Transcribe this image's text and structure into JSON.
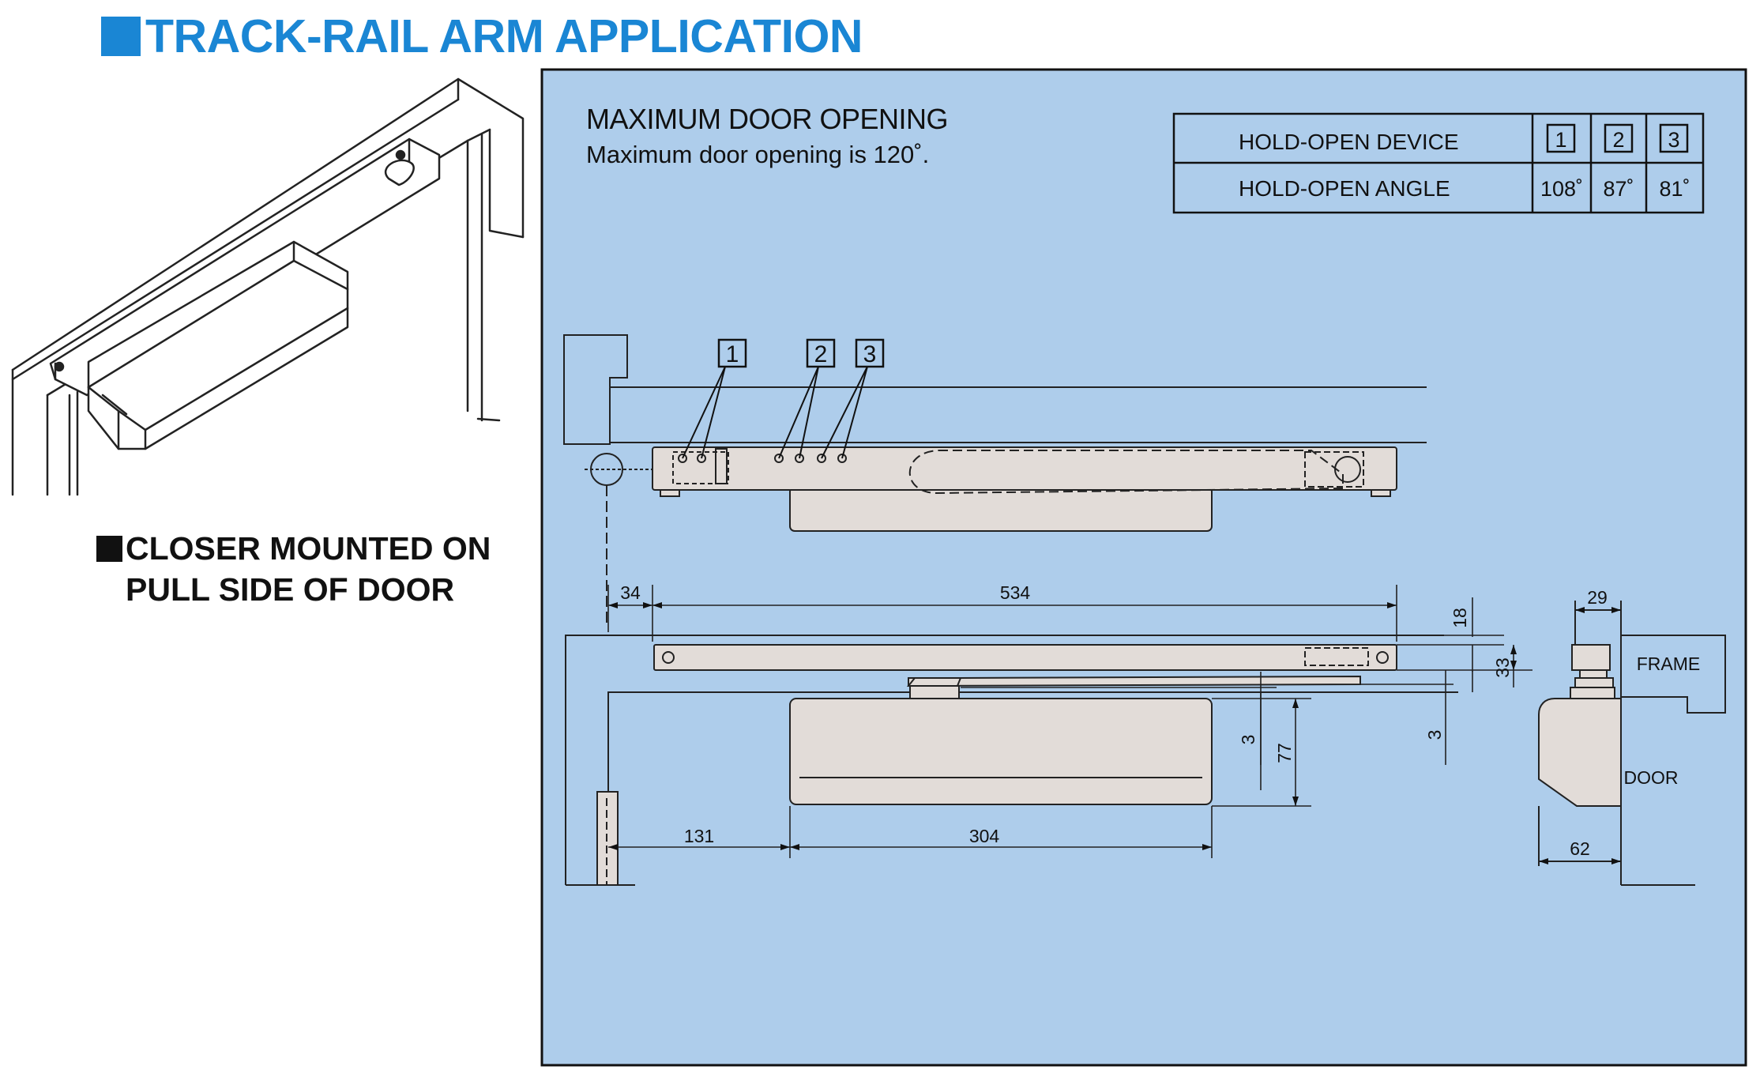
{
  "title": "TRACK-RAIL ARM APPLICATION",
  "caption": {
    "line1": "CLOSER MOUNTED ON",
    "line2": "PULL SIDE OF DOOR"
  },
  "panel": {
    "heading": "MAXIMUM DOOR OPENING",
    "subheading": "Maximum door opening is 120˚."
  },
  "hold_open_table": {
    "row1_label": "HOLD-OPEN DEVICE",
    "row2_label": "HOLD-OPEN ANGLE",
    "devices": [
      "1",
      "2",
      "3"
    ],
    "angles": [
      "108˚",
      "87˚",
      "81˚"
    ]
  },
  "callouts": [
    "1",
    "2",
    "3"
  ],
  "dimensions": {
    "d34": "34",
    "d534": "534",
    "d18": "18",
    "d33": "33",
    "d3a": "3",
    "d77": "77",
    "d3b": "3",
    "d131": "131",
    "d304": "304",
    "d29": "29",
    "d62": "62"
  },
  "labels": {
    "frame": "FRAME",
    "door": "DOOR"
  },
  "colors": {
    "accent": "#1a86d4",
    "panel_bg": "#aecdeb",
    "part_fill": "#e2dcd8"
  }
}
